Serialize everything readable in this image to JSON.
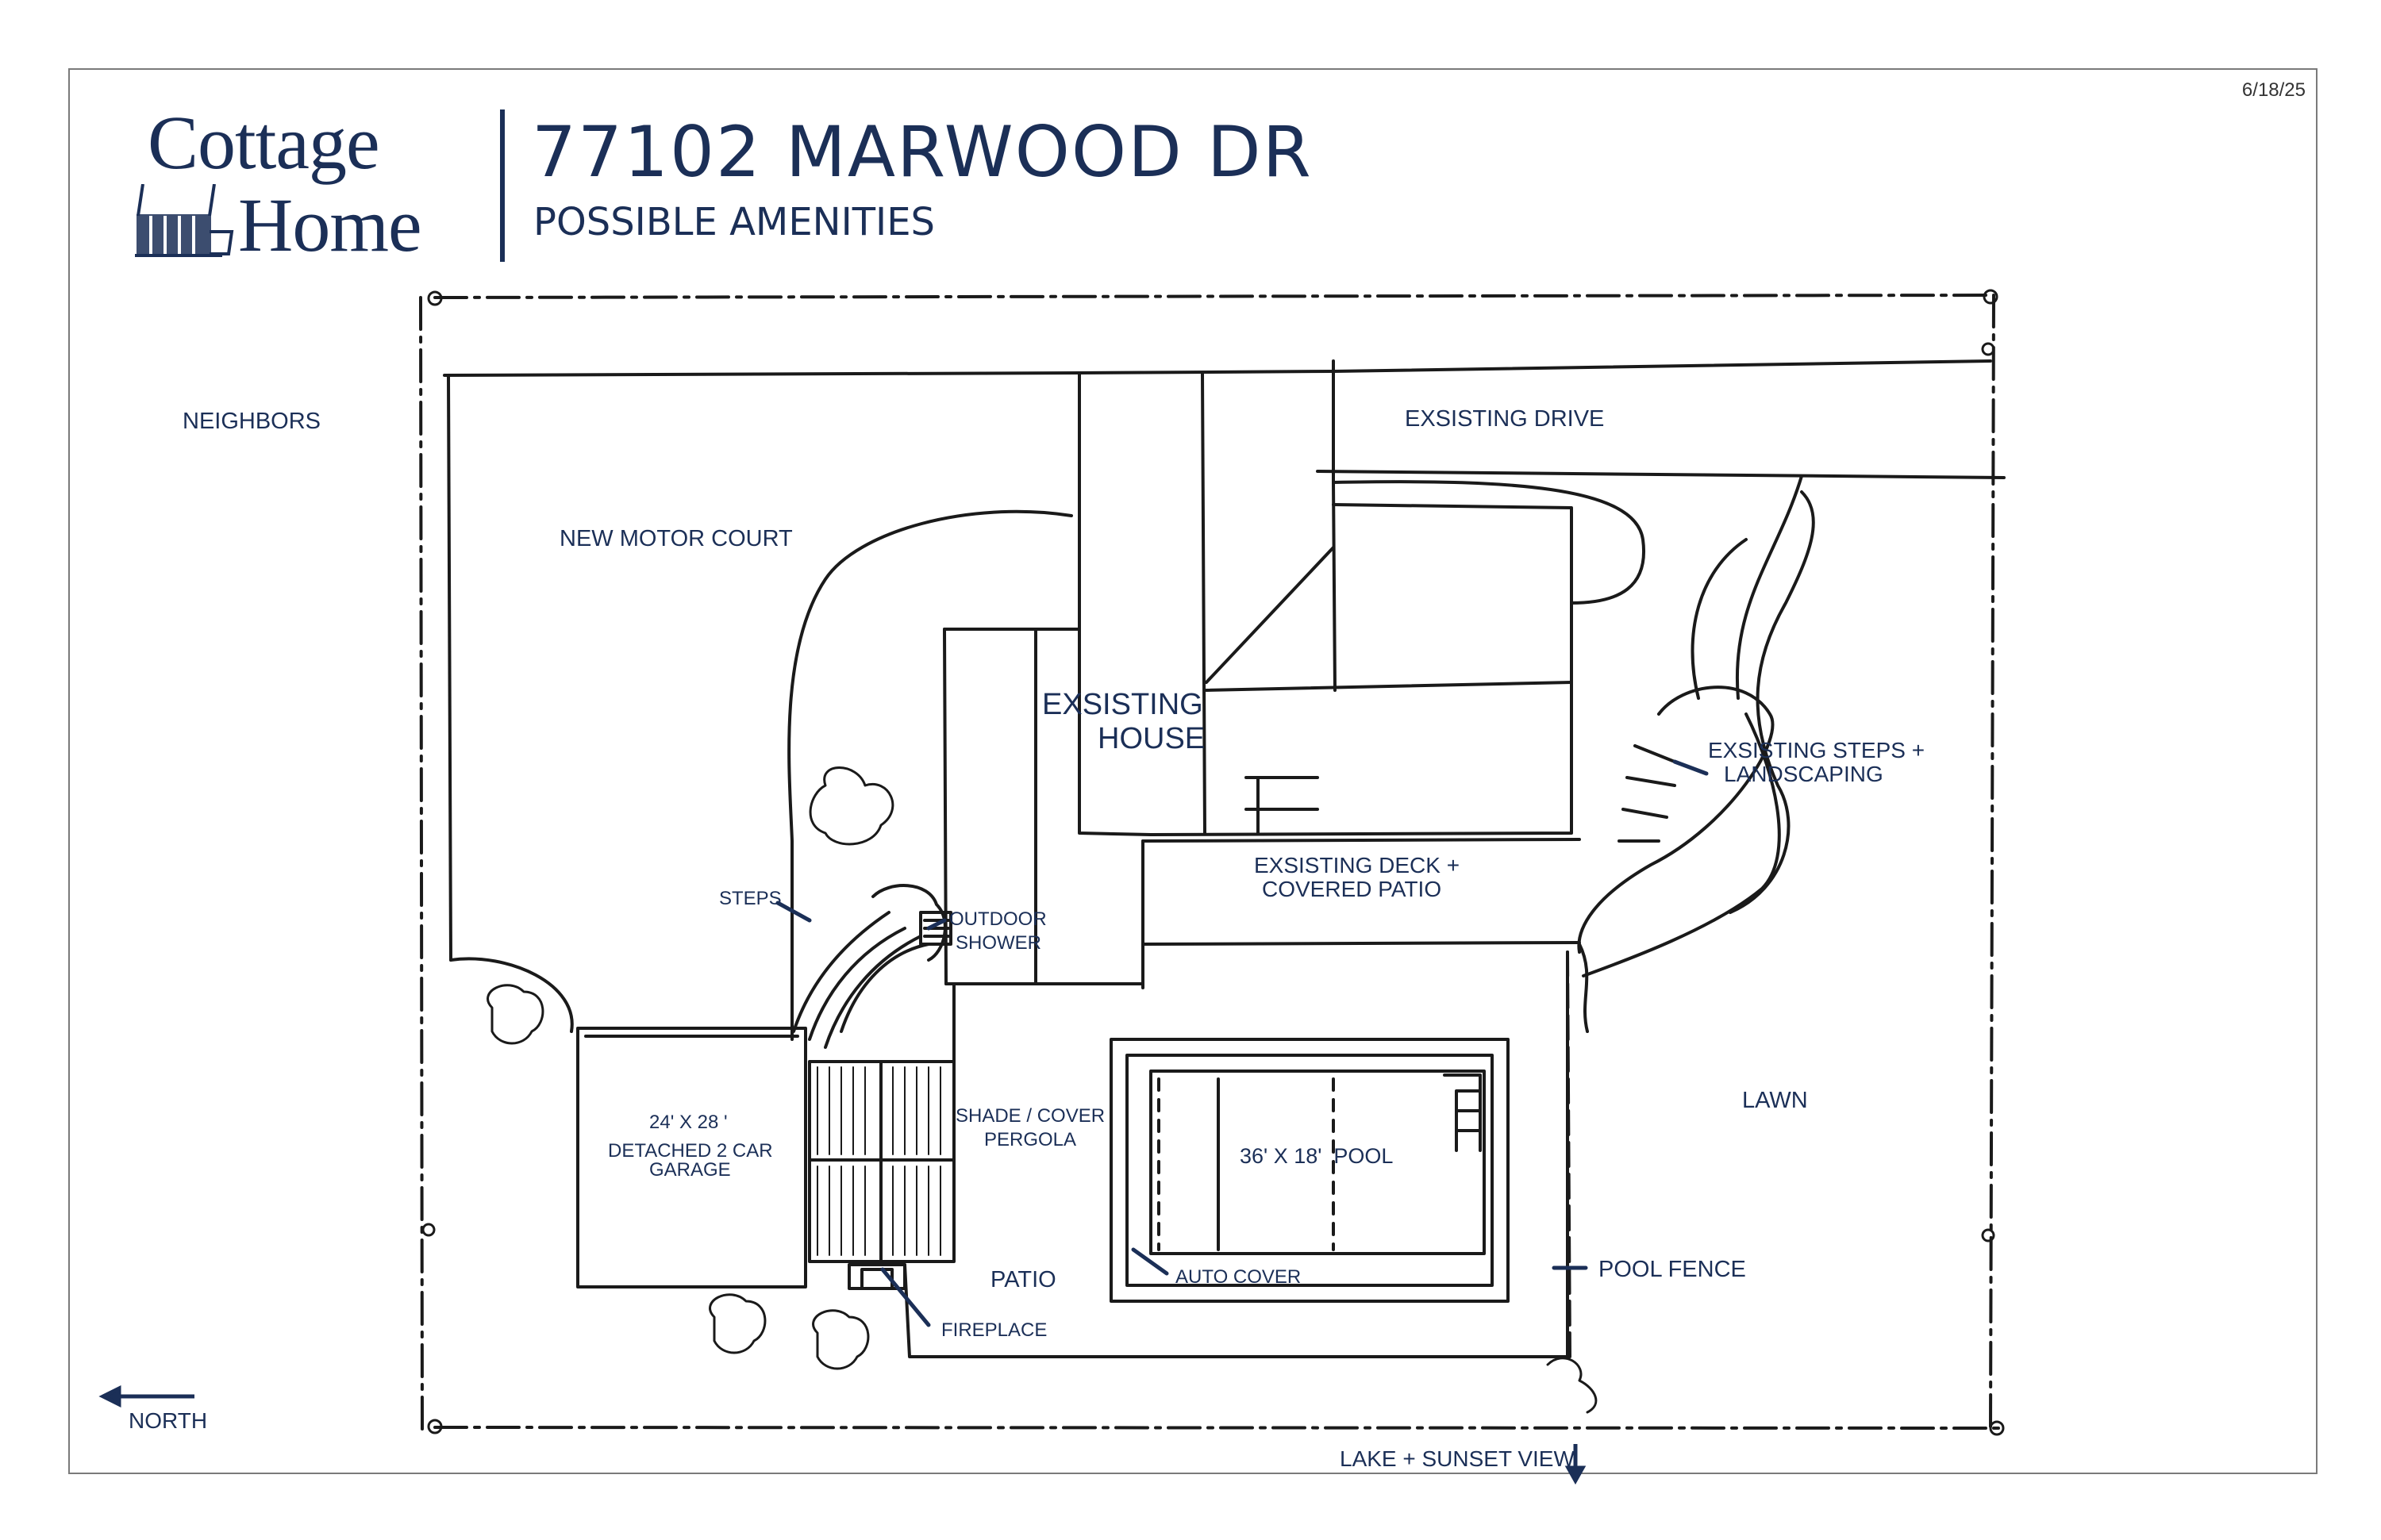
{
  "header": {
    "date": "6/18/25",
    "brand_top": "Cottage",
    "brand_bottom": "Home",
    "address": "77102 MARWOOD DR",
    "subtitle": "POSSIBLE AMENITIES"
  },
  "labels": {
    "neighbors": "NEIGHBORS",
    "existing_drive": "EXSISTING DRIVE",
    "new_motor_court": "NEW MOTOR COURT",
    "existing_house_line1": "EXSISTING",
    "existing_house_line2": "HOUSE",
    "existing_steps_line1": "EXSISTING STEPS +",
    "existing_steps_line2": "LANDSCAPING",
    "existing_deck_line1": "EXSISTING DECK +",
    "existing_deck_line2": "COVERED PATIO",
    "steps": "STEPS",
    "outdoor_shower_line1": "OUTDOOR",
    "outdoor_shower_line2": "SHOWER",
    "garage_line1": "24' X 28 '",
    "garage_line2": "DETACHED 2 CAR",
    "garage_line3": "GARAGE",
    "pergola_line1": "SHADE / COVER",
    "pergola_line2": "PERGOLA",
    "pool": "36' X 18'  POOL",
    "lawn": "LAWN",
    "patio": "PATIO",
    "auto_cover": "AUTO COVER",
    "pool_fence": "POOL FENCE",
    "fireplace": "FIREPLACE",
    "north": "NORTH",
    "lake_view": "LAKE + SUNSET VIEW"
  },
  "colors": {
    "brand_navy": "#1b2f57",
    "sketch_line": "#1a1a1a"
  }
}
